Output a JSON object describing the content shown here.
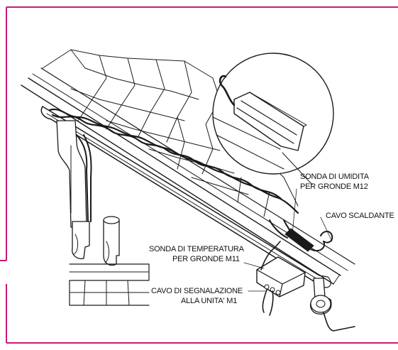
{
  "labels": {
    "humidity_probe_line1": "SONDA DI UMIDITA",
    "humidity_probe_line2": "PER GRONDE M12",
    "heating_cable": "CAVO SCALDANTE",
    "temperature_probe_line1": "SONDA DI TEMPERATURA",
    "temperature_probe_line2": "PER GRONDE M11",
    "signal_cable_line1": "CAVO DI SEGNALAZIONE",
    "signal_cable_line2": "ALLA UNITA' M1"
  },
  "colors": {
    "frame": "#c81a78",
    "ink": "#1a1a1a",
    "background": "#ffffff"
  }
}
